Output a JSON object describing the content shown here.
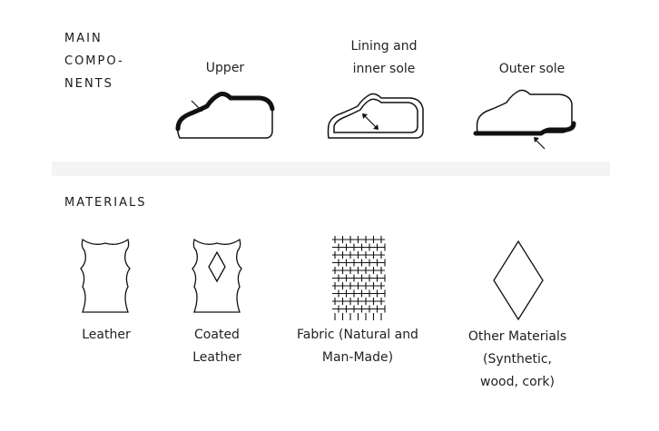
{
  "components": {
    "title_lines": [
      "MAIN",
      "COMPO-",
      "NENTS"
    ],
    "items": [
      {
        "label_lines": [
          "Upper"
        ],
        "icon": "shoe-upper-icon"
      },
      {
        "label_lines": [
          "Lining and",
          "inner sole"
        ],
        "icon": "shoe-lining-icon"
      },
      {
        "label_lines": [
          "Outer sole"
        ],
        "icon": "shoe-outer-sole-icon"
      }
    ]
  },
  "materials": {
    "title": "MATERIALS",
    "items": [
      {
        "label_lines": [
          "Leather"
        ],
        "icon": "leather-hide-icon"
      },
      {
        "label_lines": [
          "Coated",
          "Leather"
        ],
        "icon": "coated-leather-icon"
      },
      {
        "label_lines": [
          "Fabric (Natural and",
          "Man-Made)"
        ],
        "icon": "fabric-weave-icon"
      },
      {
        "label_lines": [
          "Other Materials",
          "(Synthetic,",
          "wood, cork)"
        ],
        "icon": "diamond-icon"
      }
    ]
  }
}
